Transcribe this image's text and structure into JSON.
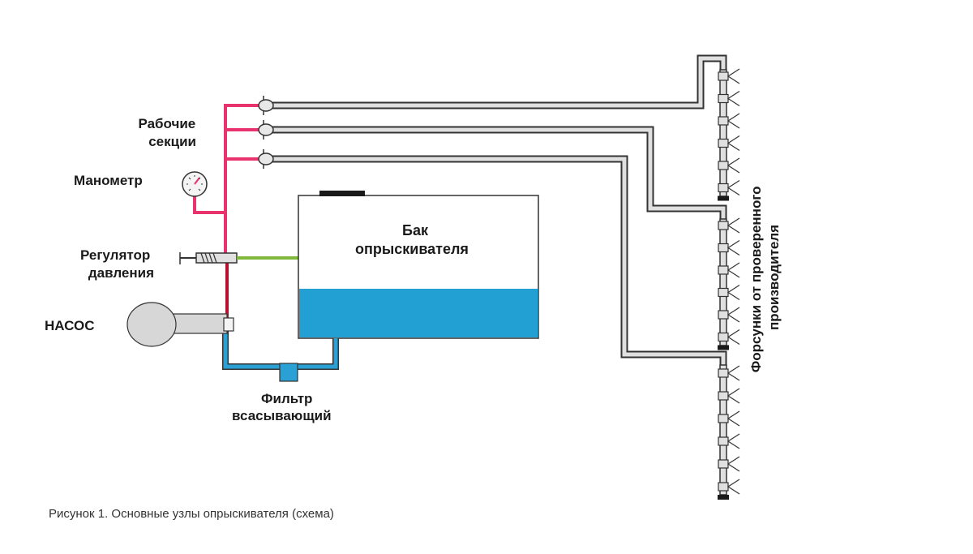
{
  "labels": {
    "working_sections": [
      "Рабочие",
      "секции"
    ],
    "manometer": "Манометр",
    "pressure_regulator": [
      "Регулятор",
      "давления"
    ],
    "pump": "НАСОС",
    "tank": [
      "Бак",
      "опрыскивателя"
    ],
    "filter": [
      "Фильтр",
      "всасывающий"
    ],
    "nozzles": [
      "Форсунки от проверенного",
      "производителя"
    ]
  },
  "caption": "Рисунок 1. Основные узлы опрыскивателя (схема)",
  "colors": {
    "pressure_line": "#e8336e",
    "pump_line": "#b5122f",
    "return_line": "#7fb83a",
    "suction_line": "#2aa0d4",
    "water": "#23a0d3",
    "boom_pipe": "#e0e0e0",
    "pump_body": "#d7d7d7"
  }
}
